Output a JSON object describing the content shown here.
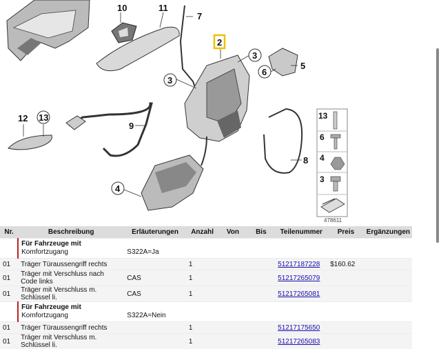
{
  "diagram": {
    "callouts": [
      "10",
      "11",
      "7",
      "2",
      "3",
      "6",
      "5",
      "3",
      "12",
      "13",
      "9",
      "8",
      "4"
    ],
    "legend": [
      "13",
      "6",
      "4",
      "3"
    ],
    "reference_id": "478611",
    "highlighted_callout": "2"
  },
  "table": {
    "headers": [
      "Nr.",
      "Beschreibung",
      "Erläuterungen",
      "Anzahl",
      "Von",
      "Bis",
      "Teilenummer",
      "Preis",
      "Ergänzungen"
    ],
    "rows": [
      {
        "type": "group",
        "title": "Für Fahrzeuge mit",
        "subtitle": "Komfortzugang",
        "note": "S322A=Ja"
      },
      {
        "type": "item",
        "nr": "01",
        "desc": "Träger Türaussengriff rechts",
        "note": "",
        "qty": "1",
        "part": "51217187228",
        "price": "$160.62"
      },
      {
        "type": "item",
        "nr": "01",
        "desc": "Träger mit Verschluss nach Code links",
        "note": "CAS",
        "qty": "1",
        "part": "51217265079",
        "price": ""
      },
      {
        "type": "item",
        "nr": "01",
        "desc": "Träger mit Verschluss m. Schlüssel li.",
        "note": "CAS",
        "qty": "1",
        "part": "51217265081",
        "price": ""
      },
      {
        "type": "group",
        "title": "Für Fahrzeuge mit",
        "subtitle": "Komfortzugang",
        "note": "S322A=Nein"
      },
      {
        "type": "item",
        "nr": "01",
        "desc": "Träger Türaussengriff rechts",
        "note": "",
        "qty": "1",
        "part": "51217175650",
        "price": ""
      },
      {
        "type": "item",
        "nr": "01",
        "desc": "Träger mit Verschluss m. Schlüssel li.",
        "note": "",
        "qty": "1",
        "part": "51217265083",
        "price": ""
      }
    ]
  }
}
